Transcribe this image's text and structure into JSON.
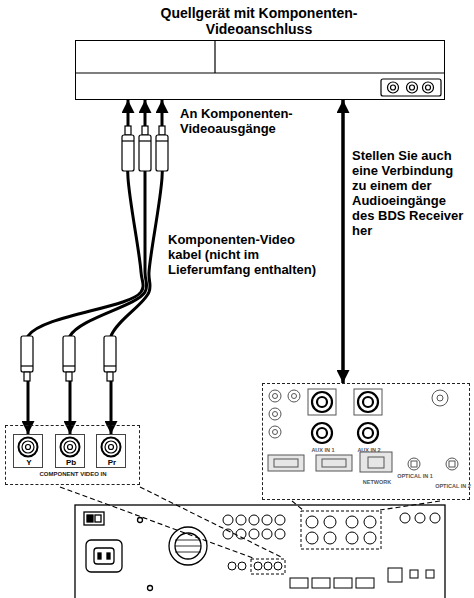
{
  "diagram": {
    "nodes": [
      {
        "text": [
          "Quellgerät mit Komponenten-Videoanschluss"
        ]
      },
      {
        "text": [
          "COMPONENT VIDEO IN"
        ]
      },
      {
        "text": [
          "Y"
        ],
        "in": 1
      },
      {
        "text": [
          "Pb"
        ],
        "in": 1
      },
      {
        "text": [
          "Pr"
        ],
        "in": 1
      },
      {
        "text": [
          "AUX IN 1",
          "AUX IN 2",
          "NETWORK",
          "OPTICAL IN 1",
          "OPTICAL IN 2"
        ]
      }
    ],
    "edges": [
      {
        "from": 2,
        "to": 0,
        "arrow": "both"
      },
      {
        "from": 3,
        "to": 0,
        "arrow": "both"
      },
      {
        "from": 4,
        "to": 0,
        "arrow": "both"
      },
      {
        "from": 0,
        "to": 5,
        "arrow": "both",
        "label": "Stellen Sie auch eine Verbindung zu einem der Audioeingänge des BDS Receiver her"
      }
    ],
    "labels": [
      "An Komponenten- Videoausgänge",
      "Komponenten-Video kabel (nicht im Lieferumfang enthalten)"
    ]
  }
}
